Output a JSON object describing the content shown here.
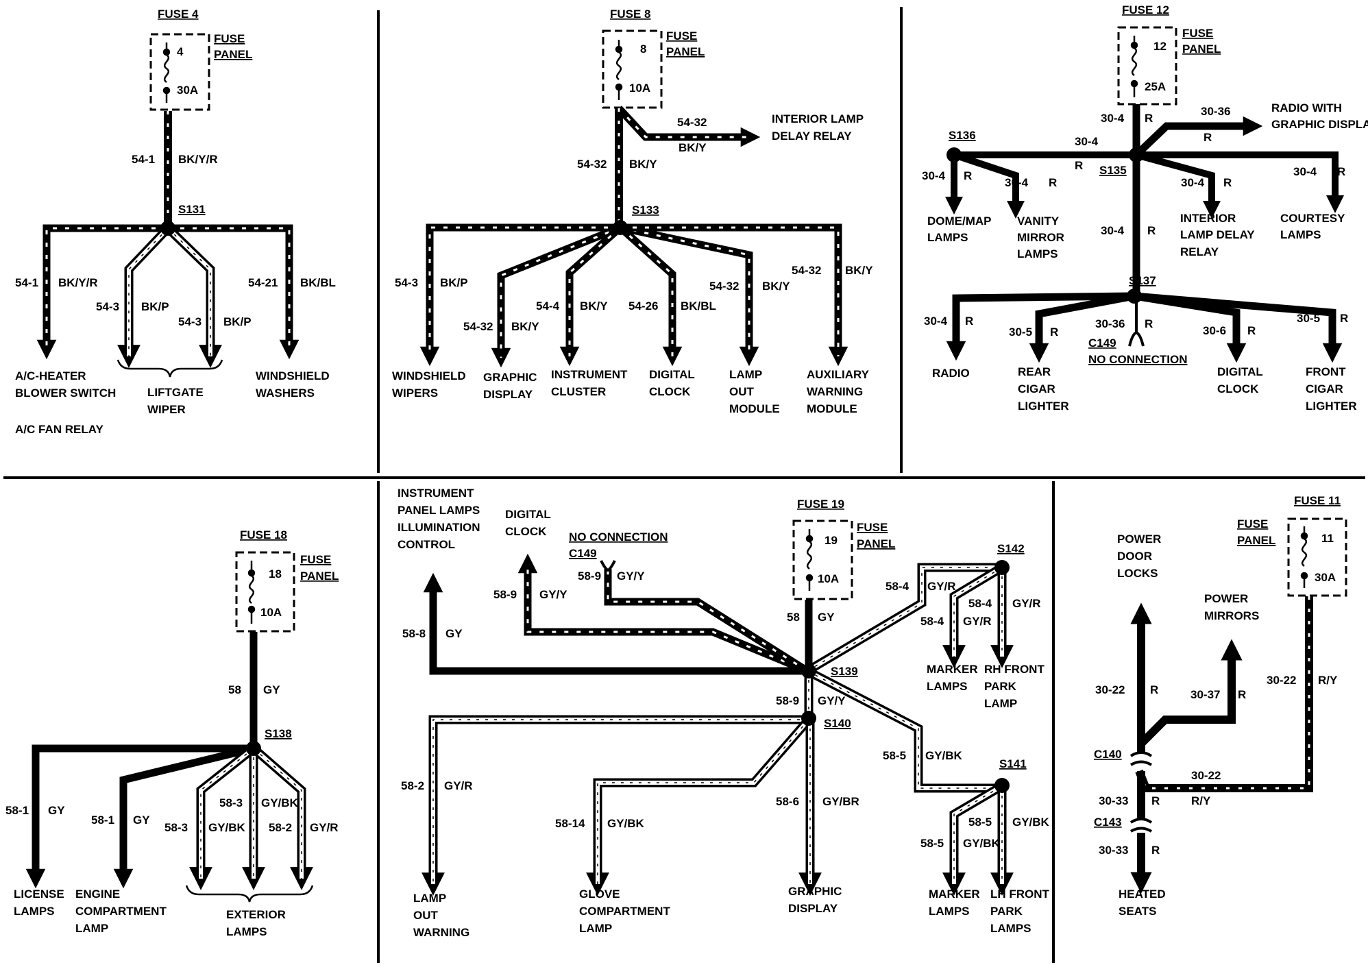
{
  "colors": {
    "wire": "#000000",
    "background": "#ffffff"
  },
  "fuse_panel_label": [
    "FUSE",
    "PANEL"
  ],
  "fuse4": {
    "title": "FUSE 4",
    "number": "4",
    "rating": "30A",
    "feed_circuit": "54-1",
    "feed_color": "BK/Y/R",
    "splice": "S131",
    "branches": [
      {
        "circuit": "54-1",
        "color": "BK/Y/R"
      },
      {
        "circuit": "54-3",
        "color": "BK/P"
      },
      {
        "circuit": "54-3",
        "color": "BK/P"
      },
      {
        "circuit": "54-21",
        "color": "BK/BL"
      }
    ],
    "loads": {
      "ac_heater": [
        "A/C-HEATER",
        "BLOWER SWITCH"
      ],
      "fan_relay": "A/C FAN RELAY",
      "liftgate": [
        "LIFTGATE",
        "WIPER"
      ],
      "washers": [
        "WINDSHIELD",
        "WASHERS"
      ]
    }
  },
  "fuse8": {
    "title": "FUSE 8",
    "number": "8",
    "rating": "10A",
    "relay_circuit": "54-32",
    "relay_color": "BK/Y",
    "relay_load": [
      "INTERIOR LAMP",
      "DELAY RELAY"
    ],
    "feed_circuit": "54-32",
    "feed_color": "BK/Y",
    "splice": "S133",
    "branches": [
      {
        "circuit": "54-3",
        "color": "BK/P",
        "load": [
          "WINDSHIELD",
          "WIPERS"
        ]
      },
      {
        "circuit": "54-32",
        "color": "BK/Y",
        "load": [
          "GRAPHIC",
          "DISPLAY"
        ]
      },
      {
        "circuit": "54-4",
        "color": "BK/Y",
        "load": [
          "INSTRUMENT",
          "CLUSTER"
        ]
      },
      {
        "circuit": "54-26",
        "color": "BK/BL",
        "load": [
          "DIGITAL",
          "CLOCK"
        ]
      },
      {
        "circuit": "54-32",
        "color": "BK/Y",
        "load": [
          "LAMP",
          "OUT",
          "MODULE"
        ]
      },
      {
        "circuit": "54-32",
        "color": "BK/Y",
        "load": [
          "AUXILIARY",
          "WARNING",
          "MODULE"
        ]
      }
    ]
  },
  "fuse12": {
    "title": "FUSE 12",
    "number": "12",
    "rating": "25A",
    "feed_circuit": "30-4",
    "feed_color": "R",
    "radio_circuit": "30-36",
    "radio_color": "R",
    "radio_load": [
      "RADIO WITH",
      "GRAPHIC DISPLAY"
    ],
    "link_circuit": "30-4",
    "link_color": "R",
    "splices": {
      "left": "S136",
      "center": "S135",
      "lower": "S137"
    },
    "upper_branches": [
      {
        "circuit": "30-4",
        "color": "R",
        "load": [
          "DOME/MAP",
          "LAMPS"
        ]
      },
      {
        "circuit": "30-4",
        "color": "R",
        "load": [
          "VANITY",
          "MIRROR",
          "LAMPS"
        ]
      },
      {
        "circuit": "30-4",
        "color": "R",
        "load": [
          "INTERIOR",
          "LAMP DELAY",
          "RELAY"
        ]
      },
      {
        "circuit": "30-4",
        "color": "R",
        "load": [
          "COURTESY",
          "LAMPS"
        ]
      }
    ],
    "trunk_circuit": "30-4",
    "trunk_color": "R",
    "lower_branches": [
      {
        "circuit": "30-4",
        "color": "R",
        "load": [
          "RADIO"
        ]
      },
      {
        "circuit": "30-5",
        "color": "R",
        "load": [
          "REAR",
          "CIGAR",
          "LIGHTER"
        ]
      },
      {
        "circuit": "30-36",
        "color": "R",
        "connector": "C149",
        "load": [
          "NO CONNECTION"
        ]
      },
      {
        "circuit": "30-6",
        "color": "R",
        "load": [
          "DIGITAL",
          "CLOCK"
        ]
      },
      {
        "circuit": "30-5",
        "color": "R",
        "load": [
          "FRONT",
          "CIGAR",
          "LIGHTER"
        ]
      }
    ]
  },
  "fuse18": {
    "title": "FUSE 18",
    "number": "18",
    "rating": "10A",
    "feed_circuit": "58",
    "feed_color": "GY",
    "splice": "S138",
    "branches": [
      {
        "circuit": "58-1",
        "color": "GY",
        "load": [
          "LICENSE",
          "LAMPS"
        ]
      },
      {
        "circuit": "58-1",
        "color": "GY",
        "load": [
          "ENGINE",
          "COMPARTMENT",
          "LAMP"
        ]
      },
      {
        "circuit": "58-3",
        "color": "GY/BK"
      },
      {
        "circuit": "58-3",
        "color": "GY/BK"
      },
      {
        "circuit": "58-2",
        "color": "GY/R"
      }
    ],
    "exterior": [
      "EXTERIOR",
      "LAMPS"
    ]
  },
  "fuse19": {
    "title": "FUSE 19",
    "number": "19",
    "rating": "10A",
    "feed_circuit": "58",
    "feed_color": "GY",
    "splices": {
      "main": "S139",
      "s140": "S140",
      "s141": "S141",
      "s142": "S142"
    },
    "ip_lamps": [
      "INSTRUMENT",
      "PANEL LAMPS",
      "ILLUMINATION",
      "CONTROL"
    ],
    "ip_circuit": "58-8",
    "ip_color": "GY",
    "clock": [
      "DIGITAL",
      "CLOCK"
    ],
    "clock_circuit": "58-9",
    "clock_color": "GY/Y",
    "nc_label": "NO CONNECTION",
    "nc_connector": "C149",
    "nc_circuit": "58-9",
    "nc_color": "GY/Y",
    "s140_circuit": "58-9",
    "s140_color": "GY/Y",
    "s142_circuit": "58-4",
    "s142_color": "GY/R",
    "s141_circuit": "58-5",
    "s141_color": "GY/BK",
    "s140_branches": [
      {
        "circuit": "58-2",
        "color": "GY/R",
        "load": [
          "LAMP",
          "OUT",
          "WARNING"
        ]
      },
      {
        "circuit": "58-14",
        "color": "GY/BK",
        "load": [
          "GLOVE",
          "COMPARTMENT",
          "LAMP"
        ]
      },
      {
        "circuit": "58-6",
        "color": "GY/BR",
        "load": [
          "GRAPHIC",
          "DISPLAY"
        ]
      }
    ],
    "s142_branches": [
      {
        "circuit": "58-4",
        "color": "GY/R",
        "load": [
          "MARKER",
          "LAMPS"
        ]
      },
      {
        "circuit": "58-4",
        "color": "GY/R",
        "load": [
          "RH FRONT",
          "PARK",
          "LAMP"
        ]
      }
    ],
    "s141_branches": [
      {
        "circuit": "58-5",
        "color": "GY/BK",
        "load": [
          "MARKER",
          "LAMPS"
        ]
      },
      {
        "circuit": "58-5",
        "color": "GY/BK",
        "load": [
          "LH FRONT",
          "PARK",
          "LAMPS"
        ]
      }
    ]
  },
  "fuse11": {
    "title": "FUSE 11",
    "number": "11",
    "rating": "30A",
    "feed_circuit": "30-22",
    "feed_color": "R/Y",
    "door_locks": [
      "POWER",
      "DOOR",
      "LOCKS"
    ],
    "door_circuit": "30-22",
    "door_color": "R",
    "mirrors": [
      "POWER",
      "MIRRORS"
    ],
    "mirror_circuit": "30-37",
    "mirror_color": "R",
    "c140": "C140",
    "c143": "C143",
    "link_circuit": "30-22",
    "link_color": "R/Y",
    "seat_circuit_a": "30-33",
    "seat_color_a": "R",
    "seat_circuit_b": "30-33",
    "seat_color_b": "R",
    "seats": [
      "HEATED",
      "SEATS"
    ]
  }
}
